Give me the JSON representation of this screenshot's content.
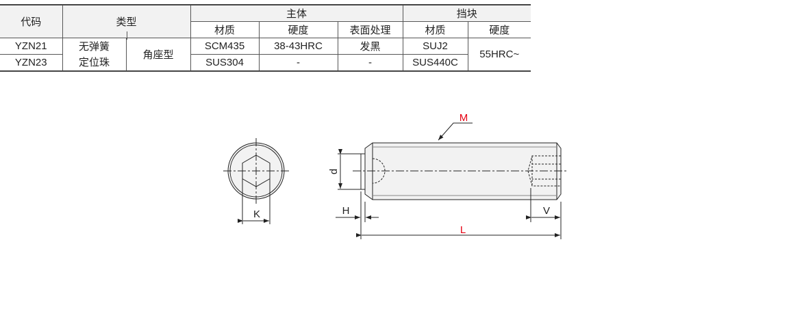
{
  "table": {
    "headers": {
      "code": "代码",
      "type": "类型",
      "body": "主体",
      "stopper": "挡块",
      "material": "材质",
      "hardness": "硬度",
      "surface": "表面处理",
      "stopper_material": "材质",
      "stopper_hardness": "硬度"
    },
    "type_main": "无弹簧定位珠",
    "type_main_line1": "无弹簧",
    "type_main_line2": "定位珠",
    "type_sub": "角座型",
    "rows": [
      {
        "code": "YZN21",
        "material": "SCM435",
        "hardness": "38-43HRC",
        "surface": "发黑",
        "stopper_material": "SUJ2"
      },
      {
        "code": "YZN23",
        "material": "SUS304",
        "hardness": "-",
        "surface": "-",
        "stopper_material": "SUS440C"
      }
    ],
    "stopper_hardness": "55HRC~"
  },
  "drawing": {
    "labels": {
      "M": "M",
      "d": "d",
      "K": "K",
      "H": "H",
      "V": "V",
      "L": "L"
    },
    "accent": "#e60012"
  }
}
